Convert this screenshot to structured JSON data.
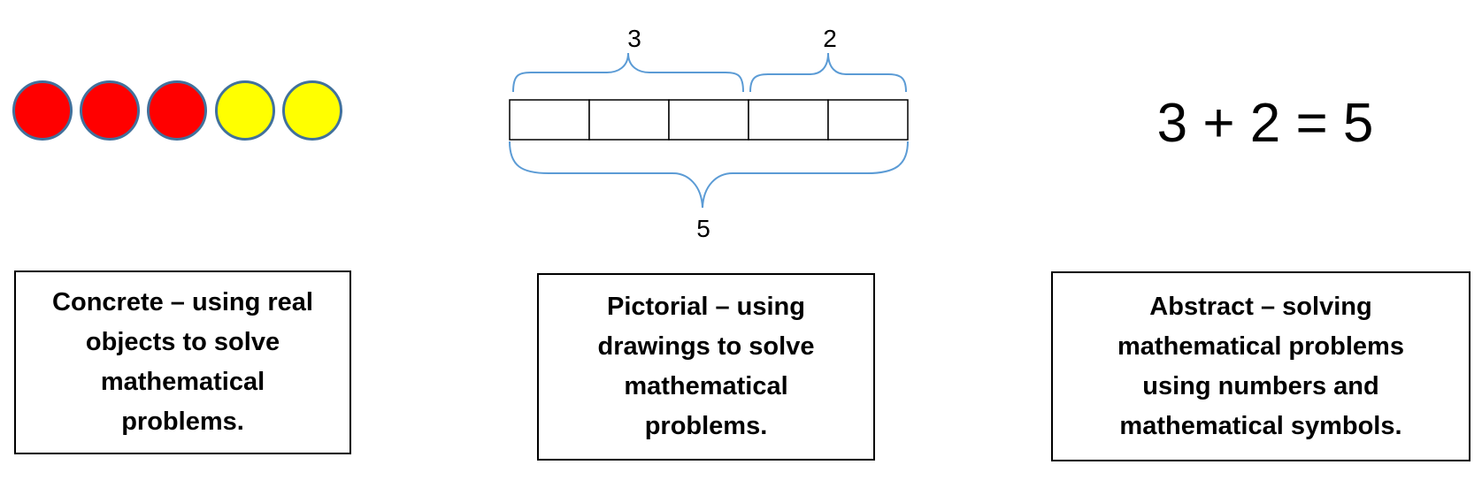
{
  "concrete": {
    "counters": [
      {
        "color": "#ff0000"
      },
      {
        "color": "#ff0000"
      },
      {
        "color": "#ff0000"
      },
      {
        "color": "#ffff00"
      },
      {
        "color": "#ffff00"
      }
    ],
    "caption_lines": [
      "Concrete – using real",
      "objects to solve",
      "mathematical",
      "problems."
    ]
  },
  "pictorial": {
    "bar_cells": 5,
    "part_labels": [
      "3",
      "2"
    ],
    "whole_label": "5",
    "brace_color": "#5b9bd5",
    "caption_lines": [
      "Pictorial – using",
      "drawings to solve",
      "mathematical",
      "problems."
    ]
  },
  "abstract": {
    "equation": "3 + 2 = 5",
    "caption_lines": [
      "Abstract – solving",
      "mathematical problems",
      "using numbers and",
      "mathematical symbols."
    ]
  }
}
